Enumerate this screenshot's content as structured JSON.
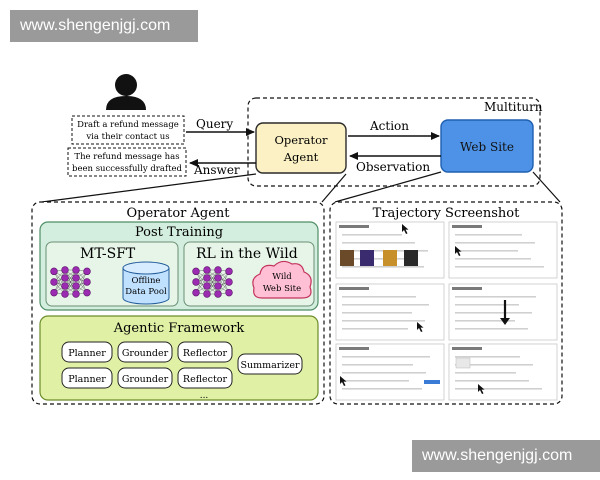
{
  "watermarks": {
    "top": "www.shengenjgj.com",
    "bottom": "www.shengenjgj.com"
  },
  "query_box": {
    "line1": "Draft a refund message",
    "line2": "via their contact us"
  },
  "answer_box": {
    "line1": "The refund message has",
    "line2": "been successfully drafted"
  },
  "labels": {
    "query": "Query",
    "answer": "Answer",
    "action": "Action",
    "observation": "Observation",
    "multiturn": "Multiturn"
  },
  "nodes": {
    "operator_agent": {
      "line1": "Operator",
      "line2": "Agent"
    },
    "web_site": "Web Site"
  },
  "operator_panel": {
    "title": "Operator Agent",
    "post_training": "Post Training",
    "mt_sft": "MT-SFT",
    "offline_pool": {
      "line1": "Offline",
      "line2": "Data Pool"
    },
    "rl_wild": "RL in the Wild",
    "wild_site": {
      "line1": "Wild",
      "line2": "Web Site"
    },
    "agentic_framework": "Agentic Framework",
    "modules_row1": [
      "Planner",
      "Grounder",
      "Reflector"
    ],
    "modules_row2": [
      "Planner",
      "Grounder",
      "Reflector"
    ],
    "summarizer": "Summarizer",
    "ellipsis": "..."
  },
  "trajectory_panel": {
    "title": "Trajectory Screenshot"
  },
  "colors": {
    "operator_fill": "#fbf1c4",
    "operator_stroke": "#2a2a2a",
    "web_fill": "#4d92e6",
    "web_stroke": "#1f5fb0",
    "post_training_fill": "#d3eede",
    "post_training_stroke": "#4f8e66",
    "inner_panel_fill": "#e6f5e8",
    "framework_fill": "#e0f1a6",
    "framework_stroke": "#6c8c2a",
    "neural_purple": "#9b2bb0",
    "pool_fill": "#bfe0ff",
    "wild_fill": "#ffc0d6",
    "wild_stroke": "#c4335c",
    "module_fill": "#ffffff",
    "module_stroke": "#222222"
  },
  "icons": [
    "user-icon",
    "neural-network-icon",
    "database-icon",
    "cloud-icon",
    "cursor-icon"
  ]
}
